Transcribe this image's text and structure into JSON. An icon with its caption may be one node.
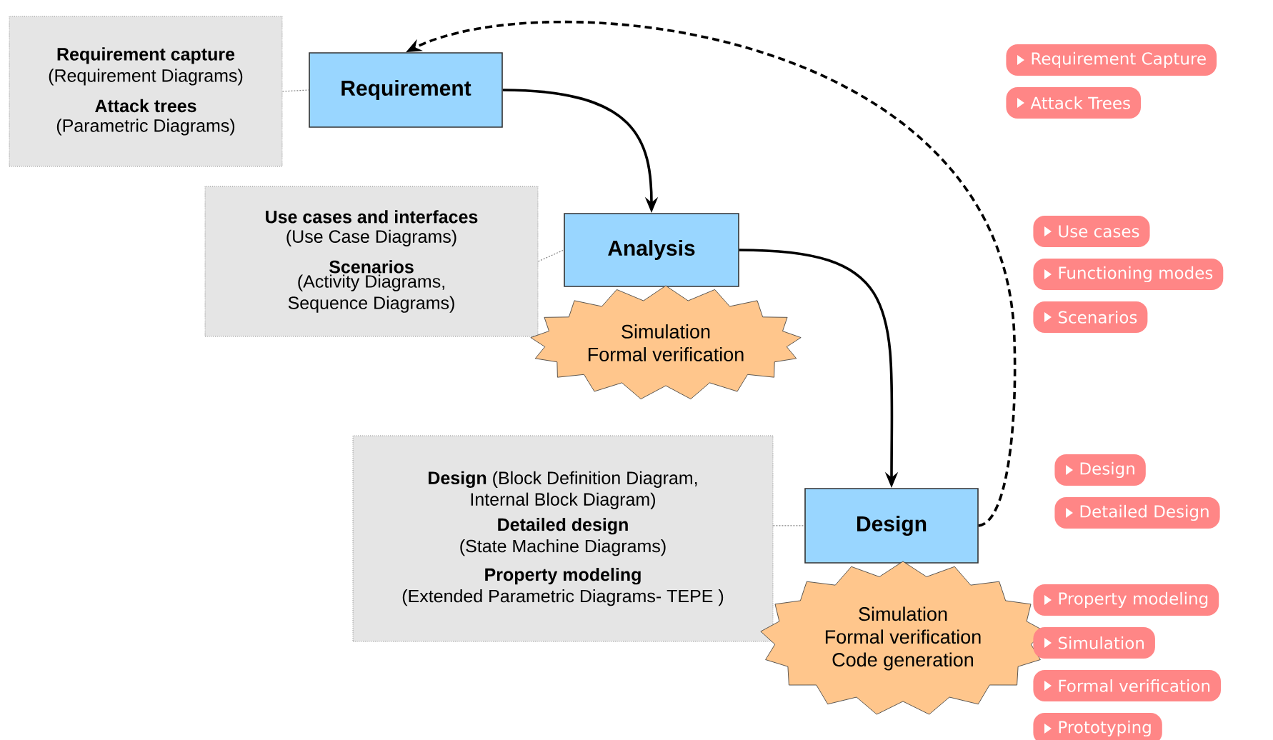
{
  "diagram": {
    "nodes": [
      {
        "text": [
          "Requirement"
        ]
      },
      {
        "text": [
          "Requirement capture",
          "(Requirement Diagrams)",
          "Attack trees",
          "(Parametric Diagrams)"
        ]
      },
      {
        "text": [
          "Analysis"
        ]
      },
      {
        "text": [
          "Use cases and interfaces",
          "(Use Case Diagrams)",
          "Scenarios",
          "(Activity Diagrams, Sequence Diagrams)"
        ]
      },
      {
        "text": [
          "Simulation",
          "Formal verification"
        ]
      },
      {
        "text": [
          "Design"
        ]
      },
      {
        "text": [
          "**Design** (Block Definition Diagram, Internal Block Diagram)",
          "Detailed design",
          "(State Machine Diagrams)",
          "Property modeling",
          "(Extended Parametric Diagrams- TEPE )"
        ]
      },
      {
        "text": [
          "Simulation",
          "Formal verification",
          "Code generation"
        ]
      },
      {
        "text": [
          "Requirement Capture"
        ]
      },
      {
        "text": [
          "Attack Trees"
        ]
      },
      {
        "text": [
          "Use cases"
        ]
      },
      {
        "text": [
          "Functioning modes"
        ]
      },
      {
        "text": [
          "Scenarios"
        ]
      },
      {
        "text": [
          "Design"
        ]
      },
      {
        "text": [
          "Detailed Design"
        ]
      },
      {
        "text": [
          "Property modeling"
        ]
      },
      {
        "text": [
          "Simulation"
        ]
      },
      {
        "text": [
          "Formal verification"
        ]
      },
      {
        "text": [
          "Prototyping"
        ]
      }
    ],
    "edges": [
      {
        "from": 0,
        "to": 2,
        "arrow": "to"
      },
      {
        "from": 2,
        "to": 5,
        "arrow": "to"
      },
      {
        "from": 5,
        "to": 0,
        "arrow": "to",
        "style": "dashed"
      },
      {
        "from": 1,
        "to": 0,
        "arrow": "none",
        "style": "dashed",
        "color": "#808080"
      },
      {
        "from": 3,
        "to": 2,
        "arrow": "none",
        "style": "dashed",
        "color": "#808080"
      },
      {
        "from": 6,
        "to": 5,
        "arrow": "none",
        "style": "dashed",
        "color": "#808080"
      }
    ]
  }
}
